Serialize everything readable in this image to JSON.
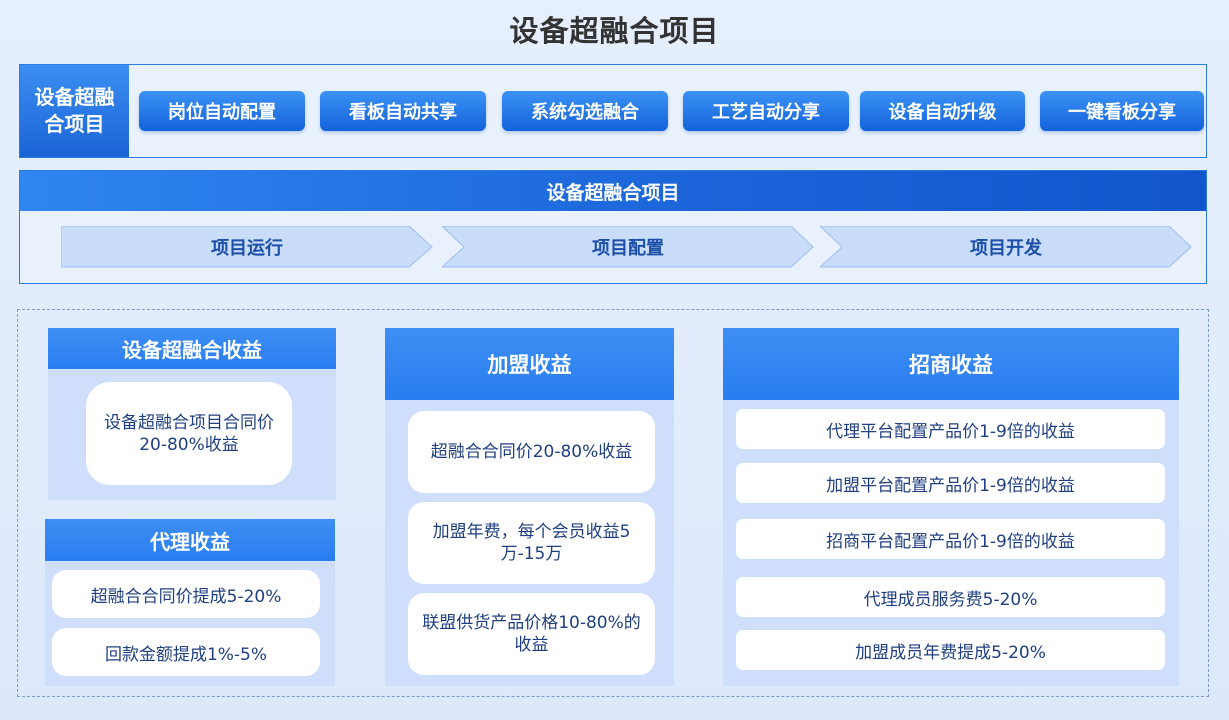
{
  "title": "设备超融合项目",
  "top_row": {
    "label": "设备超融合项目",
    "features": [
      "岗位自动配置",
      "看板自动共享",
      "系统勾选融合",
      "工艺自动分享",
      "设备自动升级",
      "一键看板分享"
    ]
  },
  "process": {
    "header": "设备超融合项目",
    "steps": [
      "项目运行",
      "项目配置",
      "项目开发"
    ]
  },
  "revenue": {
    "fusion": {
      "title": "设备超融合收益",
      "items": [
        "设备超融合项目合同价20-80%收益"
      ]
    },
    "agent": {
      "title": "代理收益",
      "items": [
        "超融合合同价提成5-20%",
        "回款金额提成1%-5%"
      ]
    },
    "franchise": {
      "title": "加盟收益",
      "items": [
        "超融合合同价20-80%收益",
        "加盟年费，每个会员收益5万-15万",
        "联盟供货产品价格10-80%的收益"
      ]
    },
    "investment": {
      "title": "招商收益",
      "items": [
        "代理平台配置产品价1-9倍的收益",
        "加盟平台配置产品价1-9倍的收益",
        "招商平台配置产品价1-9倍的收益",
        "代理成员服务费5-20%",
        "加盟成员年费提成5-20%"
      ]
    }
  },
  "colors": {
    "primary": "#1b64d6",
    "accent": "#3d8ff4",
    "panel_bg": "#cfdffb",
    "chevron_fill": "#c9dcfa",
    "text_dark": "#1f3f80"
  }
}
